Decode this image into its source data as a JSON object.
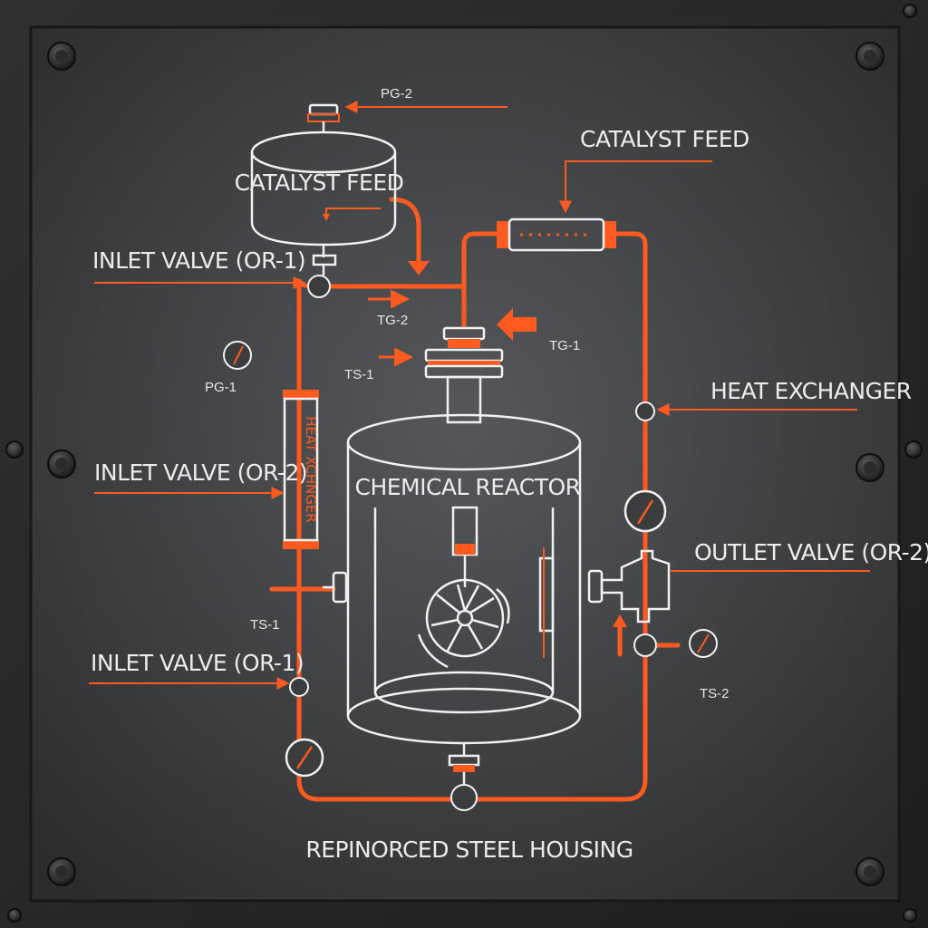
{
  "colors": {
    "accent": "#ff5a1f",
    "line": "#f1f1f1",
    "panel": "#3a3b3d",
    "frame": "#1f2021"
  },
  "labels": {
    "pg2": "PG-2",
    "catalyst_feed_top": "CATALYST FEED",
    "catalyst_feed_tank": "CATALYST FEED",
    "inlet_valve_top": "INLET VALVE (OR-1)",
    "tg2": "TG-2",
    "tg1": "TG-1",
    "ts1_top": "TS-1",
    "pg1": "PG-1",
    "heat_exchanger": "HEAT EXCHANGER",
    "heat_exchanger_vertical": "HEAT XCHNGER",
    "inlet_valve_mid": "INLET VALVE (OR-2)",
    "chemical_reactor": "CHEMICAL REACTOR",
    "outlet_valve": "OUTLET VALVE (OR-2)",
    "ts1_bottom": "TS-1",
    "inlet_valve_bottom": "INLET VALVE (OR-1)",
    "ts2": "TS-2",
    "housing": "REPINORCED STEEL HOUSING"
  },
  "icons": {
    "bolt": "hex-bolt-icon",
    "gauge": "pressure-gauge-icon",
    "valve": "valve-icon",
    "impeller": "impeller-icon"
  }
}
